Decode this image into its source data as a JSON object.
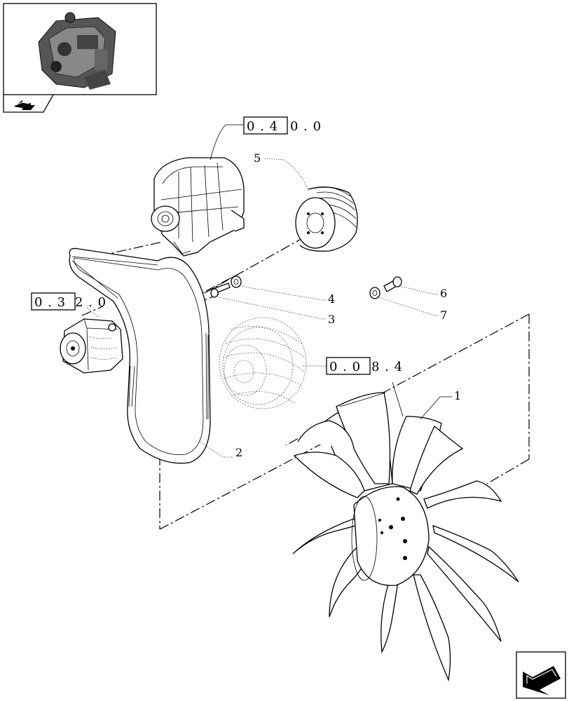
{
  "references": {
    "alternator": {
      "boxed": "0 . 4",
      "rest": "0 . 0"
    },
    "tensioner": {
      "boxed": "0 . 3",
      "rest": "2 . 0"
    },
    "damper": {
      "boxed": "0 . 0",
      "rest": "8 . 4"
    }
  },
  "callouts": {
    "fan": "1",
    "belt": "2",
    "screw_pulley": "3",
    "washer_pulley": "4",
    "pulley": "5",
    "screw_fan": "6",
    "washer_fan": "7"
  },
  "icons": {
    "thumbnail": "engine-thumbnail-icon",
    "nav_back": "back-arrow-icon",
    "nav_next": "next-arrow-icon"
  }
}
